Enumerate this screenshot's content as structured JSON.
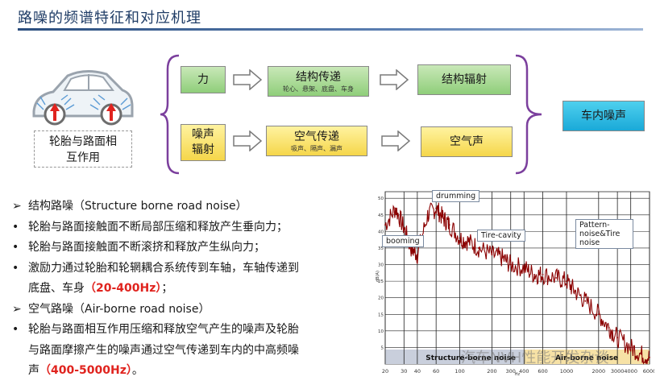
{
  "header": {
    "title": "路噪的频谱特征和对应机理"
  },
  "car": {
    "label_line1": "轮胎与路面相",
    "label_line2": "互作用"
  },
  "flow": {
    "force": "力",
    "structure_transfer": "结构传递",
    "structure_transfer_sub": "轮心、悬架、底盘、车身",
    "structure_radiation": "结构辐射",
    "noise_radiation_line1": "噪声",
    "noise_radiation_line2": "辐射",
    "air_transfer": "空气传递",
    "air_transfer_sub": "吸声、隔声、漏声",
    "air_noise": "空气声",
    "cabin_noise": "车内噪声"
  },
  "bullets": [
    {
      "mark": "➢",
      "text": "结构路噪（Structure borne road noise）"
    },
    {
      "mark": "•",
      "text": "轮胎与路面接触面不断局部压缩和释放产生垂向力；"
    },
    {
      "mark": "•",
      "text": "轮胎与路面接触面不断滚挤和释放产生纵向力；"
    },
    {
      "mark": "•",
      "text": "激励力通过轮胎和轮辋耦合系统传到车轴，车轴传递到"
    },
    {
      "mark": "",
      "text": "底盘、车身",
      "red": "（20-400Hz）",
      "tail": "；"
    },
    {
      "mark": "➢",
      "text": "空气路噪（Air-borne road noise）"
    },
    {
      "mark": "•",
      "text": "轮胎与路面相互作用压缩和释放空气产生的噪声及轮胎"
    },
    {
      "mark": "",
      "text": "与路面摩擦产生的噪声通过空气传递到车内的中高频噪"
    },
    {
      "mark": "",
      "text": "声",
      "red": "（400-5000Hz）",
      "tail": "。"
    }
  ],
  "chart_data": {
    "type": "line",
    "xlabel": "Hz",
    "ylabel": "dB(A)",
    "x_scale": "log",
    "x_ticks": [
      "20",
      "30",
      "40",
      "60",
      "100",
      "200",
      "300",
      "400",
      "600",
      "1000",
      "2000",
      "3000",
      "4000",
      "6000"
    ],
    "y_ticks": [
      "50",
      "45",
      "40",
      "35",
      "30",
      "25",
      "20",
      "15",
      "10",
      "5"
    ],
    "annotations": [
      "drumming",
      "booming",
      "Tire-cavity",
      "Pattern-noise&Tire noise"
    ],
    "bands": [
      {
        "label": "Structure-borne noise",
        "color": "#c9cfdc"
      },
      {
        "label": "Air-borne noise",
        "color": "#f7e2a6"
      }
    ],
    "series_color": "#8b0000",
    "series": [
      {
        "x": [
          20,
          25,
          30,
          35,
          40,
          50,
          60,
          70,
          80,
          100,
          120,
          150,
          200,
          250,
          300,
          400,
          500,
          600,
          800,
          1000,
          1200,
          1500,
          2000,
          2500,
          3000,
          4000,
          5000,
          6000
        ],
        "values": [
          42,
          47,
          41,
          35,
          33,
          45,
          47,
          44,
          42,
          38,
          37,
          35,
          33,
          32,
          30,
          29,
          27,
          27,
          26,
          25,
          22,
          19,
          15,
          11,
          8,
          5,
          3,
          2
        ]
      }
    ]
  },
  "watermark": "汽车NVH性能开发杂谈"
}
